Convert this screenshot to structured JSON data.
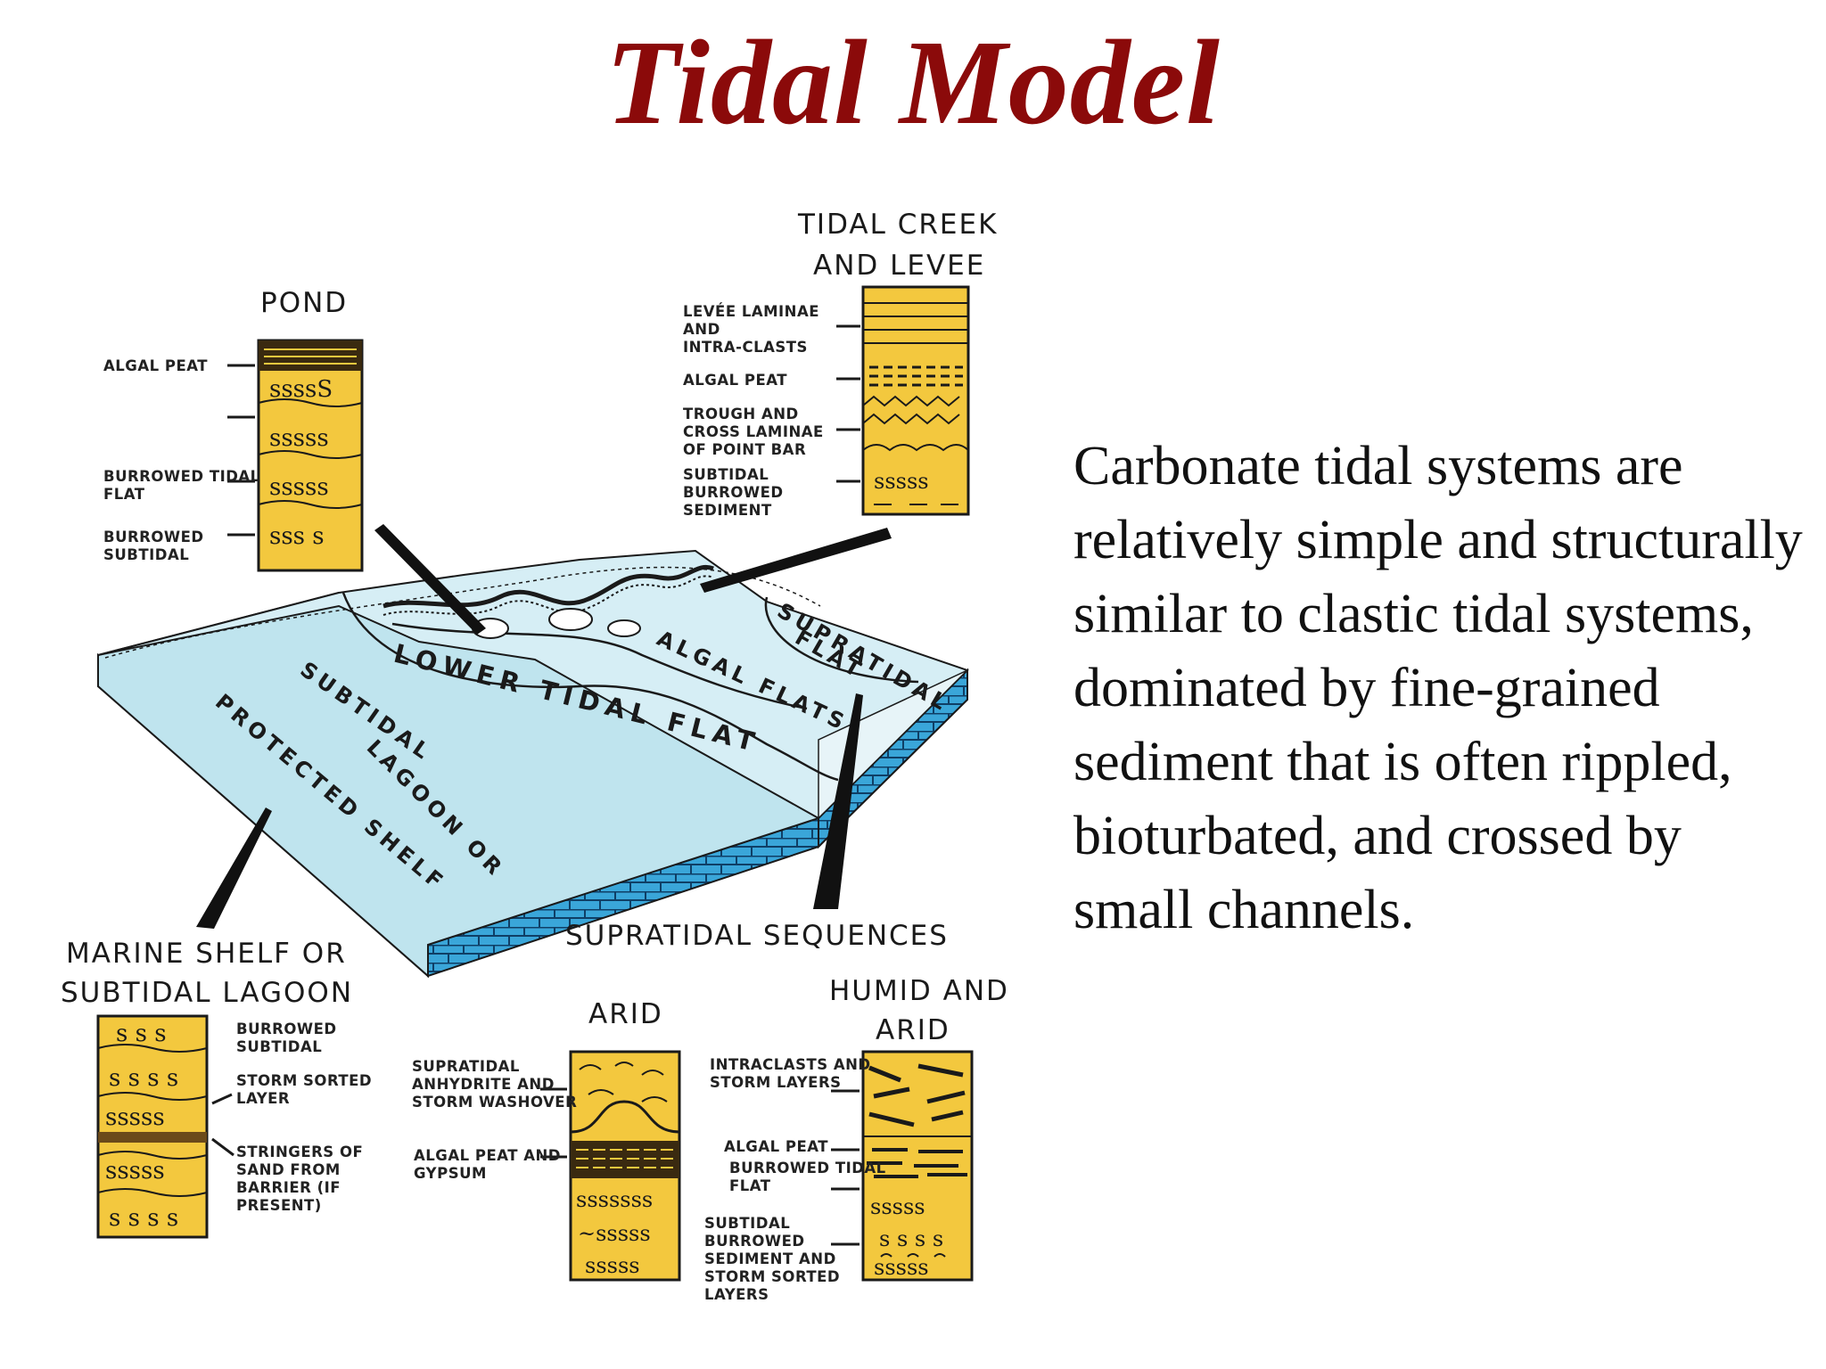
{
  "title": "Tidal Model",
  "description": "Carbonate tidal systems are relatively simple and structurally similar to clastic tidal systems, dominated by fine-grained sediment that is often rippled, bioturbated, and crossed by small channels.",
  "columns": {
    "pond": {
      "header": "POND",
      "labels": [
        "ALGAL PEAT",
        "BURROWED TIDAL FLAT",
        "BURROWED SUBTIDAL"
      ]
    },
    "tidal_creek": {
      "header_lines": [
        "TIDAL CREEK",
        "AND LEVEE"
      ],
      "labels": [
        "LEVÉE LAMINAE AND INTRA-CLASTS",
        "ALGAL PEAT",
        "TROUGH AND CROSS LAMINAE OF POINT BAR",
        "SUBTIDAL BURROWED SEDIMENT"
      ]
    },
    "marine_shelf": {
      "header_lines": [
        "MARINE SHELF OR",
        "SUBTIDAL LAGOON"
      ],
      "labels": [
        "BURROWED SUBTIDAL",
        "STORM SORTED LAYER",
        "STRINGERS OF SAND FROM BARRIER (IF PRESENT)"
      ]
    },
    "arid": {
      "header": "ARID",
      "labels": [
        "SUPRATIDAL ANHYDRITE AND STORM WASHOVER",
        "ALGAL PEAT AND GYPSUM"
      ]
    },
    "humid_arid": {
      "header_lines": [
        "HUMID AND",
        "ARID"
      ],
      "labels": [
        "INTRACLASTS AND STORM LAYERS",
        "ALGAL PEAT",
        "BURROWED TIDAL FLAT",
        "SUBTIDAL BURROWED SEDIMENT AND STORM SORTED LAYERS"
      ]
    }
  },
  "supratidal_sequences": "SUPRATIDAL SEQUENCES",
  "zones": {
    "lower_tidal_flat": "LOWER TIDAL FLAT",
    "algal_flats": "ALGAL FLATS",
    "supratidal_flat": [
      "SUPRATIDAL",
      "FLAT"
    ],
    "lagoon": [
      "SUBTIDAL",
      "LAGOON OR",
      "PROTECTED SHELF"
    ]
  },
  "colors": {
    "title": "#8b0a0a",
    "sediment": "#f3c83e",
    "water": "#bfe4ee",
    "limestone": "#3aa6d9"
  }
}
